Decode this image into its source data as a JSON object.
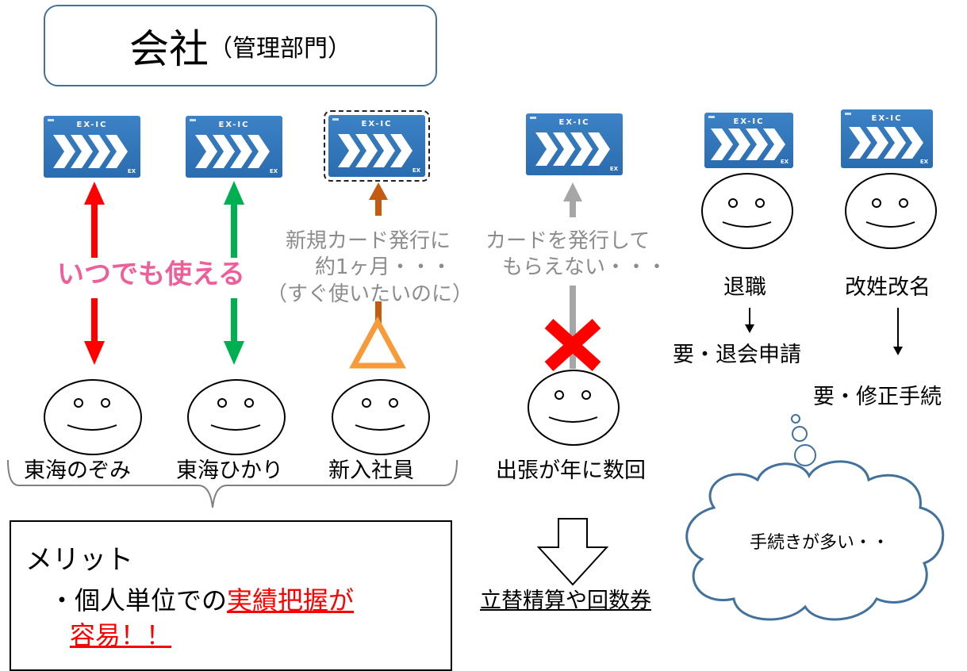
{
  "header": {
    "company_main": "会社",
    "company_sub": "（管理部門）"
  },
  "card": {
    "title": "EX-IC",
    "mark": "EX"
  },
  "pink_label": "いつでも使える",
  "newcomer": {
    "line1": "新規カード発行に",
    "line2": "約1ヶ月・・・",
    "line3": "（すぐ使いたいのに）"
  },
  "no_card": {
    "line1": "カードを発行して",
    "line2": "もらえない・・・"
  },
  "people": {
    "p1": "東海のぞみ",
    "p2": "東海ひかり",
    "p3": "新入社員",
    "p4": "出張が年に数回",
    "p5": "退職",
    "p6": "改姓改名"
  },
  "requirements": {
    "retire": "要・退会申請",
    "rename": "要・修正手続"
  },
  "cloud_text": "手続きが多い・・",
  "alternative": "立替精算や回数券",
  "merit": {
    "title": "メリット",
    "bullet_prefix": "・個人単位での",
    "bullet_highlight1": "実績把握が",
    "bullet_highlight2": "容易！！"
  },
  "colors": {
    "red": "#ff0000",
    "green": "#00b050",
    "orange_arrow": "#c55a11",
    "gray_arrow": "#a6a6a6",
    "triangle": "#f79a3a",
    "pink_text": "#ee5f9a",
    "company_border": "#41719c",
    "card_blue": "#2f74b8"
  }
}
